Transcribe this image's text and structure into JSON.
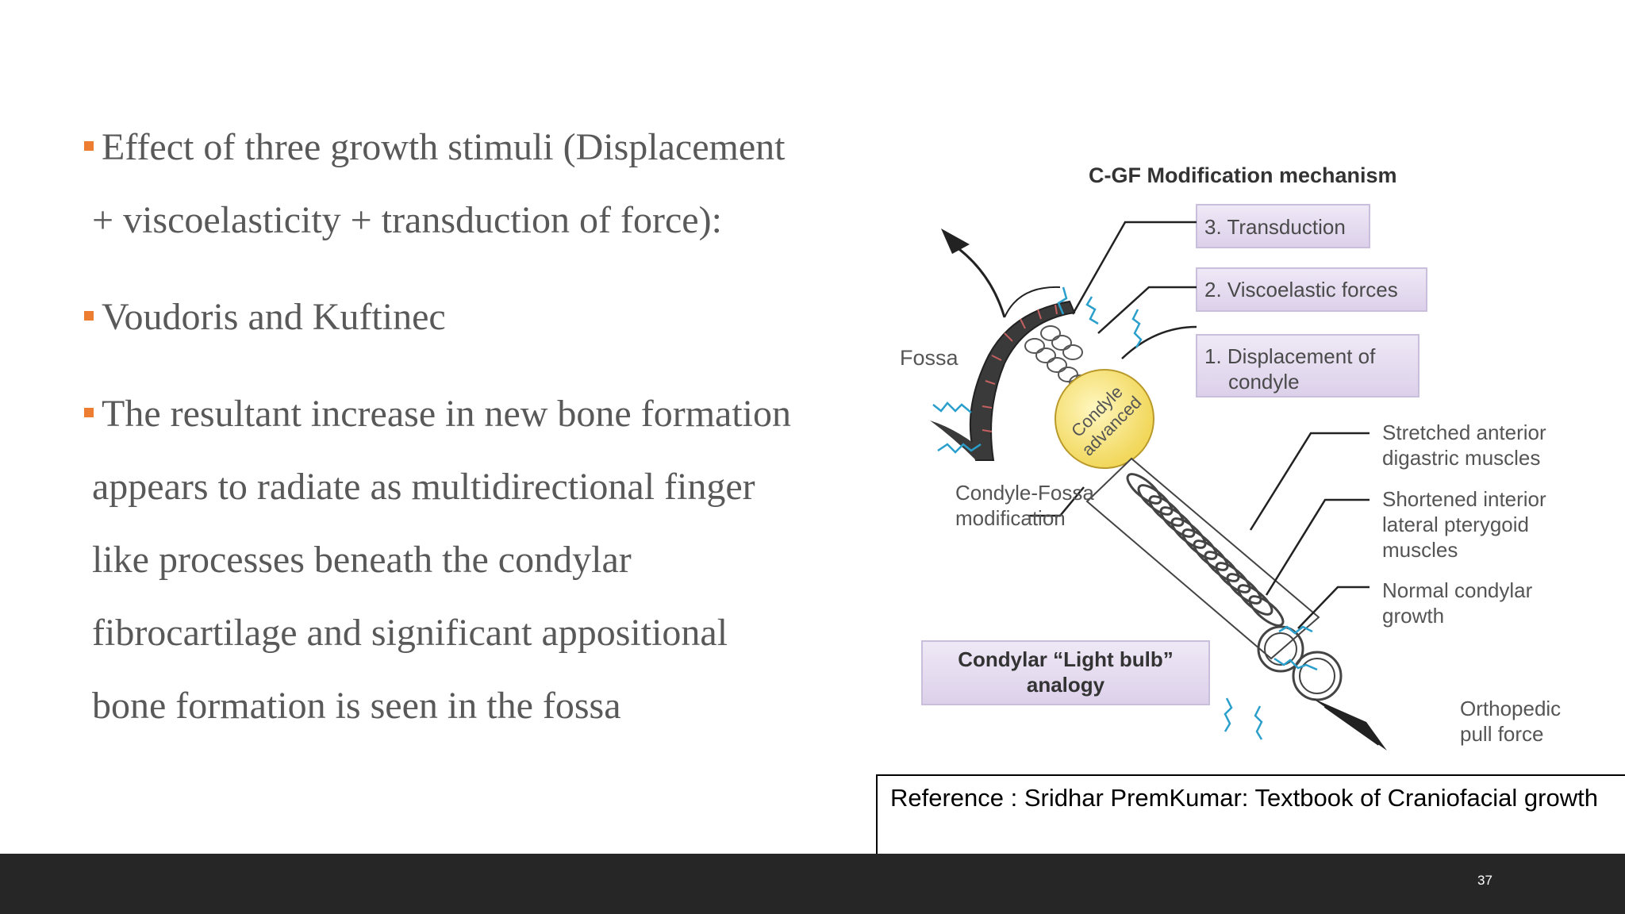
{
  "bullets": [
    {
      "lines": [
        "Effect of three growth stimuli (Displacement",
        "+ viscoelasticity + transduction of force):"
      ]
    },
    {
      "lines": [
        "Voudoris and Kuftinec"
      ]
    },
    {
      "lines": [
        "The resultant increase in new bone formation",
        "appears to radiate as multidirectional finger",
        "like processes beneath the condylar",
        "fibrocartilage and significant appositional",
        "bone formation is seen in the fossa"
      ]
    }
  ],
  "figure": {
    "title": "C-GF Modification mechanism",
    "box_transduction": "3. Transduction",
    "box_viscoelastic": "2. Viscoelastic forces",
    "box_displacement_1": "1. Displacement of",
    "box_displacement_2": "condyle",
    "fossa": "Fossa",
    "condyle_1": "Condyle",
    "condyle_2": "advanced",
    "cf_mod_1": "Condyle-Fossa",
    "cf_mod_2": "modification",
    "stretched_1": "Stretched anterior",
    "stretched_2": "digastric muscles",
    "shortened_1": "Shortened interior",
    "shortened_2": "lateral pterygoid",
    "shortened_3": "muscles",
    "normal_1": "Normal condylar",
    "normal_2": "growth",
    "bulb_1": "Condylar “Light bulb”",
    "bulb_2": "analogy",
    "ortho_1": "Orthopedic",
    "ortho_2": "pull force"
  },
  "reference": "Reference : Sridhar PremKumar: Textbook of Craniofacial growth",
  "footer": {
    "page_number": "37"
  }
}
